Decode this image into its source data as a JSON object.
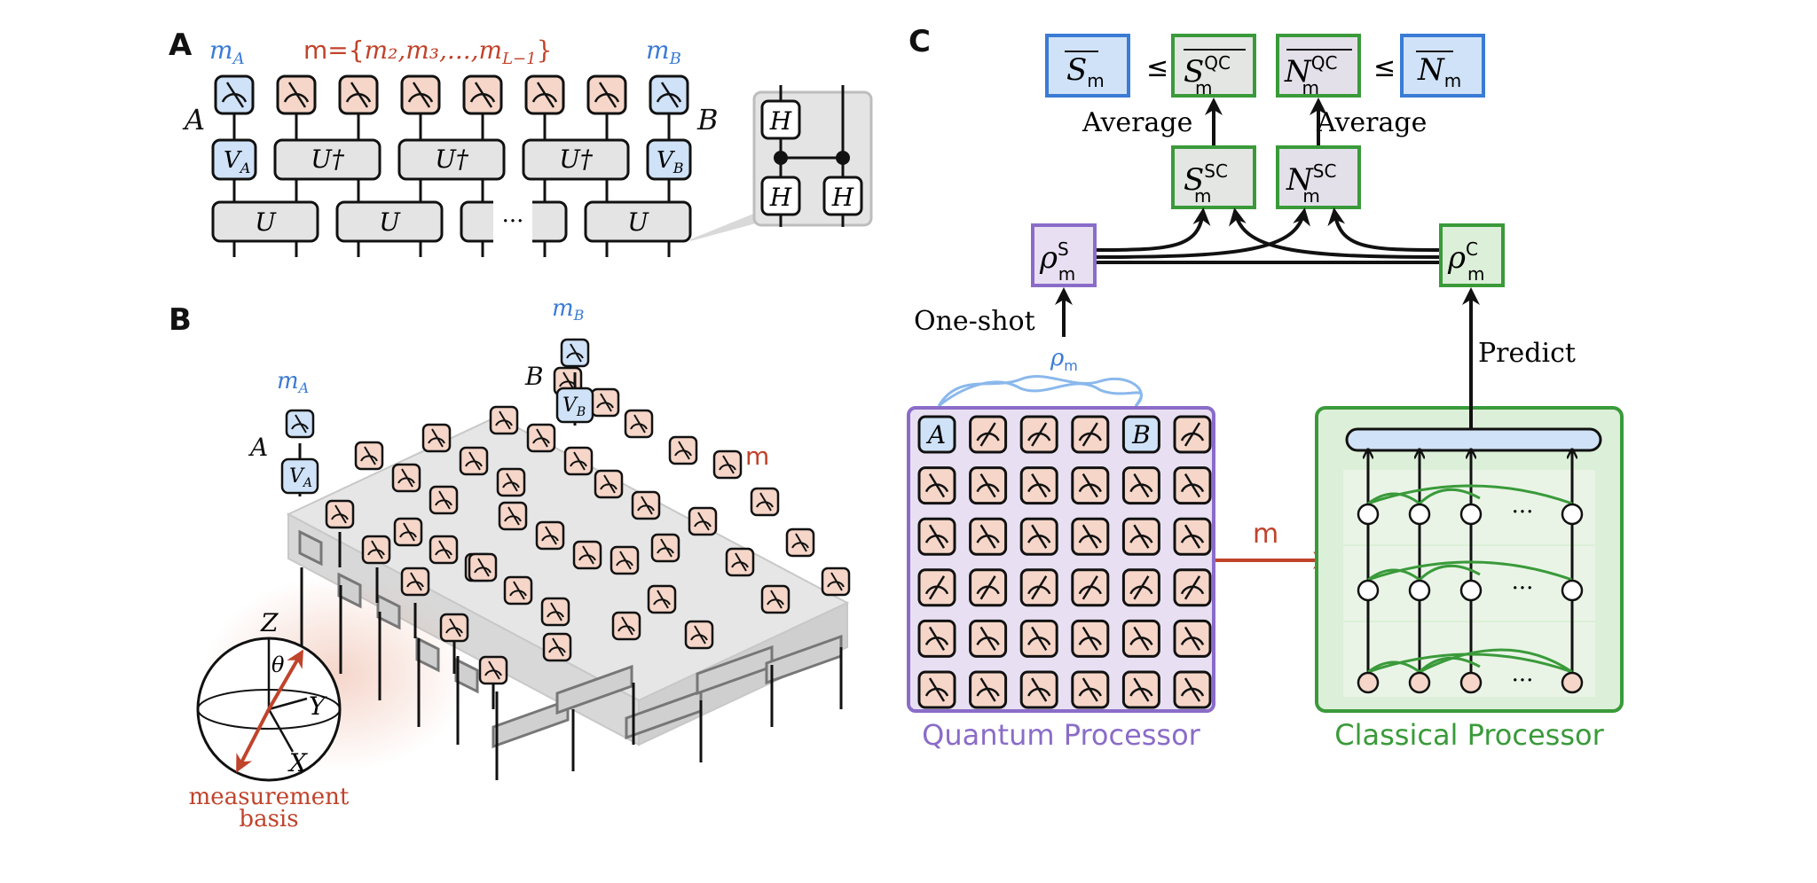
{
  "panel_labels": [
    "A",
    "B",
    "C"
  ],
  "panelA": {
    "m_A": "m",
    "m_A_sub": "A",
    "m_mid_prefix": "m={",
    "m_mid_terms": "m₂,m₃,...,m",
    "m_mid_last_sub": "L−1",
    "m_mid_suffix": "}",
    "m_B": "m",
    "m_B_sub": "B",
    "label_A": "A",
    "label_B": "B",
    "V_A": "V",
    "V_A_sub": "A",
    "V_B": "V",
    "V_B_sub": "B",
    "U_dagger": "U†",
    "U": "U",
    "ellipsis": "···",
    "H": "H"
  },
  "panelB": {
    "m_A": "m",
    "m_A_sub": "A",
    "m_B": "m",
    "m_B_sub": "B",
    "label_A": "A",
    "label_B": "B",
    "V_A": "V",
    "V_A_sub": "A",
    "V_B": "V",
    "V_B_sub": "B",
    "m_label": "m",
    "axis_Z": "Z",
    "axis_Y": "Y",
    "axis_X": "X",
    "theta": "θ",
    "basis_line1": "measurement",
    "basis_line2": "basis"
  },
  "panelC": {
    "S_bar": "S",
    "S_bar_sub": "m",
    "leq": "≤",
    "S_QC": "S",
    "S_QC_sup": "QC",
    "S_QC_sub": "m",
    "N_QC": "N",
    "N_QC_sup": "QC",
    "N_QC_sub": "m",
    "N_bar": "N",
    "N_bar_sub": "m",
    "average": "Average",
    "S_SC": "S",
    "S_SC_sup": "SC",
    "S_SC_sub": "m",
    "N_SC": "N",
    "N_SC_sup": "SC",
    "N_SC_sub": "m",
    "rho_S": "ρ",
    "rho_S_sup": "S",
    "rho_S_sub": "m",
    "rho_C": "ρ",
    "rho_C_sup": "C",
    "rho_C_sub": "m",
    "one_shot": "One-shot",
    "rho_m": "ρ",
    "rho_m_sub": "m",
    "predict": "Predict",
    "grid_A": "A",
    "grid_B": "B",
    "m_arrow": "m",
    "ellipsis": "···",
    "quantum_processor": "Quantum Processor",
    "classical_processor": "Classical Processor"
  },
  "colors": {
    "blue_text": "#3a7bd5",
    "red_text": "#c0432b",
    "purple_text": "#8a6cc8",
    "green_text": "#3a9a3a",
    "blue_fill": "#cfe2f7",
    "pink_fill": "#f5d6c8",
    "gray_fill": "#e4e4e4",
    "purple_fill": "#e8e0f2",
    "green_fill": "#dcefd8"
  }
}
